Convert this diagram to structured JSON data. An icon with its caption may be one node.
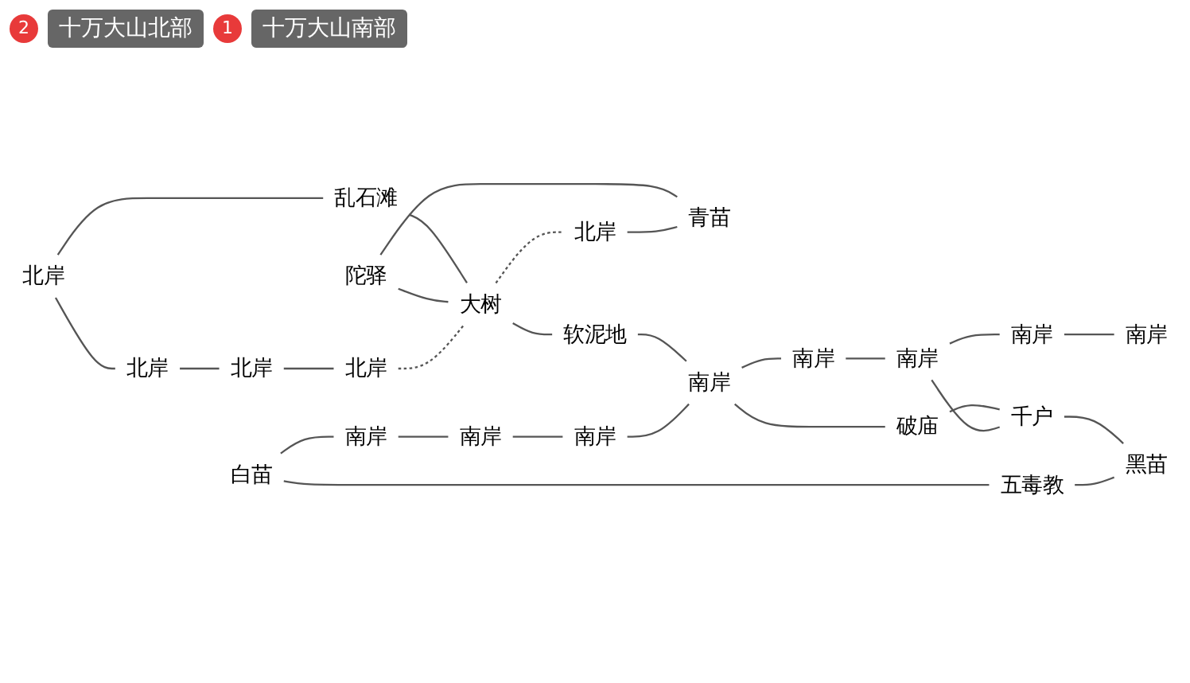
{
  "diagram": {
    "nodes": [
      {
        "text": [
          "乱石滩"
        ]
      },
      {
        "text": [
          "陀驿"
        ]
      },
      {
        "text": [
          "北岸"
        ]
      },
      {
        "text": [
          "北岸"
        ]
      },
      {
        "text": [
          "北岸"
        ]
      },
      {
        "text": [
          "北岸"
        ]
      },
      {
        "text": [
          "大树"
        ]
      },
      {
        "text": [
          "北岸"
        ]
      },
      {
        "text": [
          "青苗"
        ]
      },
      {
        "text": [
          "软泥地"
        ]
      },
      {
        "text": [
          "南岸"
        ]
      },
      {
        "text": [
          "南岸"
        ]
      },
      {
        "text": [
          "南岸"
        ]
      },
      {
        "text": [
          "南岸"
        ]
      },
      {
        "text": [
          "南岸"
        ]
      },
      {
        "text": [
          "南岸"
        ]
      },
      {
        "text": [
          "南岸"
        ]
      },
      {
        "text": [
          "南岸"
        ]
      },
      {
        "text": [
          "白苗"
        ]
      },
      {
        "text": [
          "破庙"
        ]
      },
      {
        "text": [
          "千户"
        ]
      },
      {
        "text": [
          "黑苗"
        ]
      },
      {
        "text": [
          "五毒教"
        ]
      }
    ],
    "edges": [
      {
        "from": 2,
        "to": 0,
        "arrow": "none"
      },
      {
        "from": 0,
        "to": 6,
        "arrow": "none"
      },
      {
        "from": 1,
        "to": 6,
        "arrow": "none"
      },
      {
        "from": 1,
        "to": 8,
        "arrow": "none"
      },
      {
        "from": 2,
        "to": 3,
        "arrow": "none"
      },
      {
        "from": 3,
        "to": 4,
        "arrow": "none"
      },
      {
        "from": 4,
        "to": 5,
        "arrow": "none"
      },
      {
        "from": 5,
        "to": 6,
        "arrow": "none",
        "style": "dashed"
      },
      {
        "from": 6,
        "to": 7,
        "arrow": "none",
        "style": "dashed"
      },
      {
        "from": 7,
        "to": 8,
        "arrow": "none"
      },
      {
        "from": 6,
        "to": 9,
        "arrow": "none"
      },
      {
        "from": 9,
        "to": 13,
        "arrow": "none"
      },
      {
        "from": 10,
        "to": 11,
        "arrow": "none"
      },
      {
        "from": 11,
        "to": 12,
        "arrow": "none"
      },
      {
        "from": 12,
        "to": 13,
        "arrow": "none"
      },
      {
        "from": 13,
        "to": 14,
        "arrow": "none"
      },
      {
        "from": 14,
        "to": 15,
        "arrow": "none"
      },
      {
        "from": 15,
        "to": 16,
        "arrow": "none"
      },
      {
        "from": 16,
        "to": 17,
        "arrow": "none"
      },
      {
        "from": 18,
        "to": 10,
        "arrow": "none"
      },
      {
        "from": 18,
        "to": 22,
        "arrow": "none"
      },
      {
        "from": 13,
        "to": 19,
        "arrow": "none"
      },
      {
        "from": 19,
        "to": 20,
        "arrow": "none"
      },
      {
        "from": 15,
        "to": 20,
        "arrow": "none"
      },
      {
        "from": 20,
        "to": 21,
        "arrow": "none"
      },
      {
        "from": 22,
        "to": 21,
        "arrow": "none"
      }
    ],
    "labels": [
      "2",
      "十万大山北部",
      "1",
      "十万大山南部"
    ]
  }
}
